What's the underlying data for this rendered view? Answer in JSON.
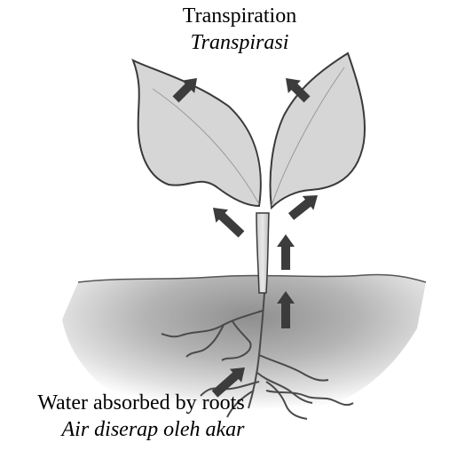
{
  "labels": {
    "transpiration_en": "Transpiration",
    "transpiration_id": "Transpirasi",
    "absorption_en": "Water absorbed by roots",
    "absorption_id": "Air diserap oleh akar"
  },
  "colors": {
    "leaf_fill": "#d8d8d8",
    "outline": "#3a3a3a",
    "arrow": "#3c3c3c",
    "soil_dark": "#8f8f8f",
    "soil_light": "#ececec"
  }
}
